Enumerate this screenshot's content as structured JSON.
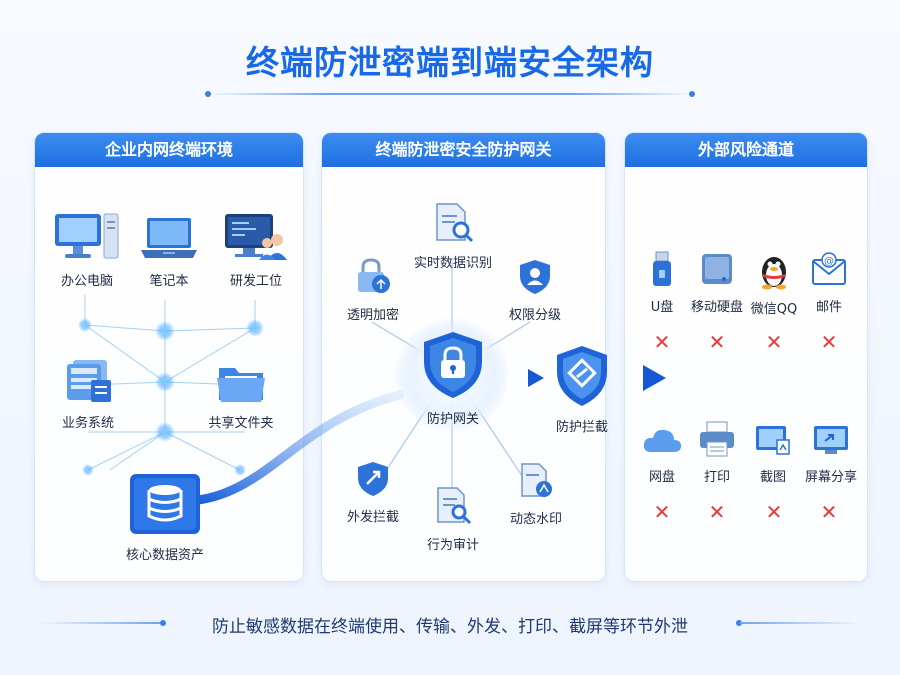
{
  "title": "终端防泄密端到端安全架构",
  "panels": {
    "left": {
      "title": "企业内网终端环境",
      "items": [
        "办公电脑",
        "笔记本",
        "研发工位",
        "业务系统",
        "共享文件夹",
        "核心数据资产"
      ]
    },
    "middle": {
      "title": "终端防泄密安全防护网关",
      "items": [
        "实时数据识别",
        "透明加密",
        "权限分级",
        "防护网关",
        "防护拦截",
        "外发拦截",
        "动态水印",
        "行为审计"
      ]
    },
    "right": {
      "title": "外部风险通道",
      "row1": [
        "U盘",
        "移动硬盘",
        "微信QQ",
        "邮件"
      ],
      "row2": [
        "网盘",
        "打印",
        "截图",
        "屏幕分享"
      ],
      "blocked_mark": "✕"
    }
  },
  "footer": "防止敏感数据在终端使用、传输、外发、打印、截屏等环节外泄",
  "colors": {
    "primary": "#1769e8",
    "header": "#2a7de8",
    "block": "#e5393d"
  }
}
